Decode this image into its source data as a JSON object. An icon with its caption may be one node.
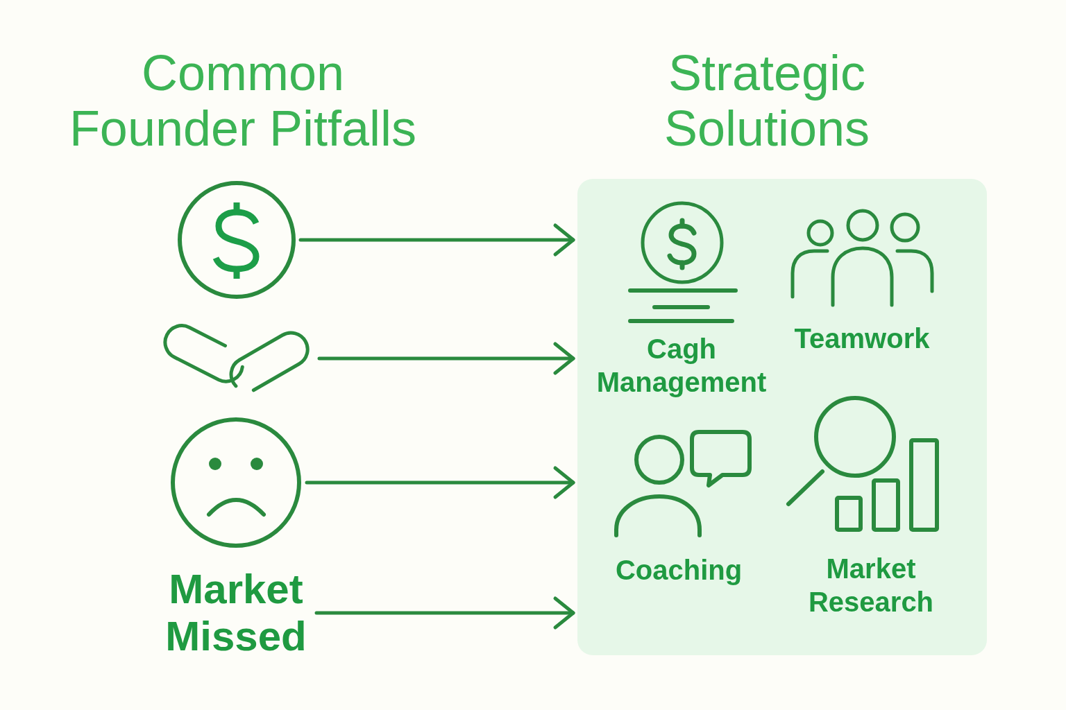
{
  "diagram": {
    "nodes": [
      {
        "text": [],
        "shape": "picture"
      },
      {
        "text": [],
        "shape": "picture"
      },
      {
        "text": [],
        "shape": "picture"
      },
      {
        "text": [
          "Market Missed"
        ]
      },
      {
        "text": [],
        "shape": "box"
      }
    ],
    "edges": [
      {
        "from": 0,
        "to": 4,
        "arrow": "to"
      },
      {
        "from": 1,
        "to": 4,
        "arrow": "to"
      },
      {
        "from": 2,
        "to": 4,
        "arrow": "to"
      },
      {
        "from": 3,
        "to": 4,
        "arrow": "to"
      }
    ],
    "labels": [
      "Common Founder Pitfalls",
      "Strategic Solutions",
      "Cagh Management",
      "Teamwork",
      "Coaching",
      "Market Research"
    ]
  }
}
